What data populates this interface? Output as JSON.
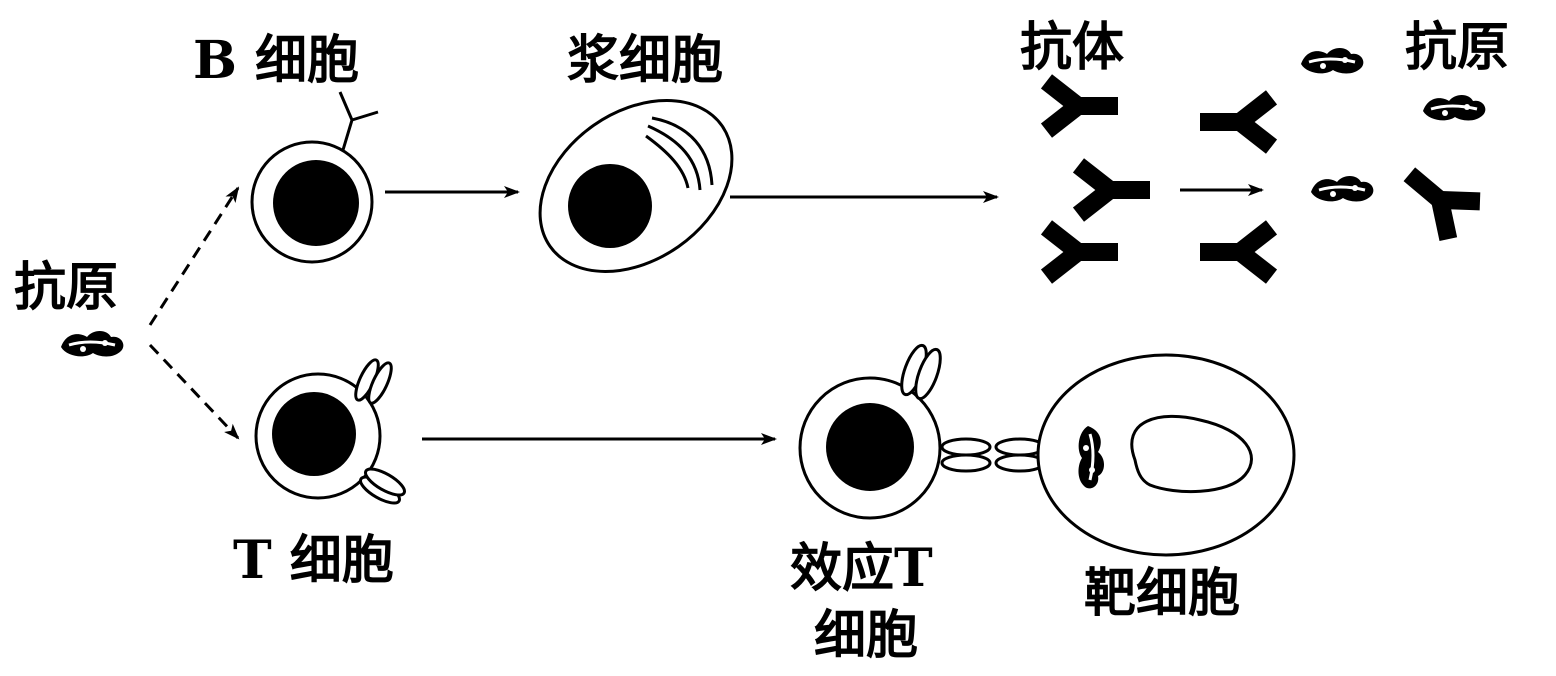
{
  "labels": {
    "antigen_left": "抗原",
    "b_cell": "B 细胞",
    "plasma_cell": "浆细胞",
    "antibody": "抗体",
    "antigen_right": "抗原",
    "t_cell": "T 细胞",
    "effector_t_line1": "效应T",
    "effector_t_line2": "细胞",
    "target_cell": "靶细胞"
  },
  "colors": {
    "ink": "#000000",
    "fill": "#ffffff"
  }
}
